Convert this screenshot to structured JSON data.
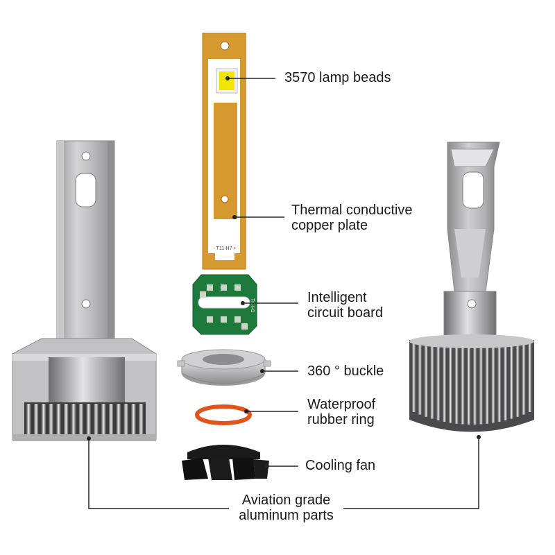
{
  "callouts": {
    "lamp_beads": "3570 lamp beads",
    "copper_plate": [
      "Thermal conductive",
      "copper plate"
    ],
    "circuit_board": [
      "Intelligent",
      "circuit board"
    ],
    "buckle": "360 ° buckle",
    "rubber_ring": [
      "Waterproof",
      "rubber ring"
    ],
    "cooling_fan": "Cooling fan",
    "aluminum_parts": [
      "Aviation grade",
      "aluminum parts"
    ]
  },
  "plate_marking": "- T11-H7 +",
  "board_marking": "TK-H1",
  "colors": {
    "copper": "#d6992f",
    "lamp_bead": "#f2e600",
    "pcb": "#1e7a3c",
    "oring": "#e0541e",
    "aluminum": "#b4b4b6",
    "leader_line": "#222222"
  }
}
